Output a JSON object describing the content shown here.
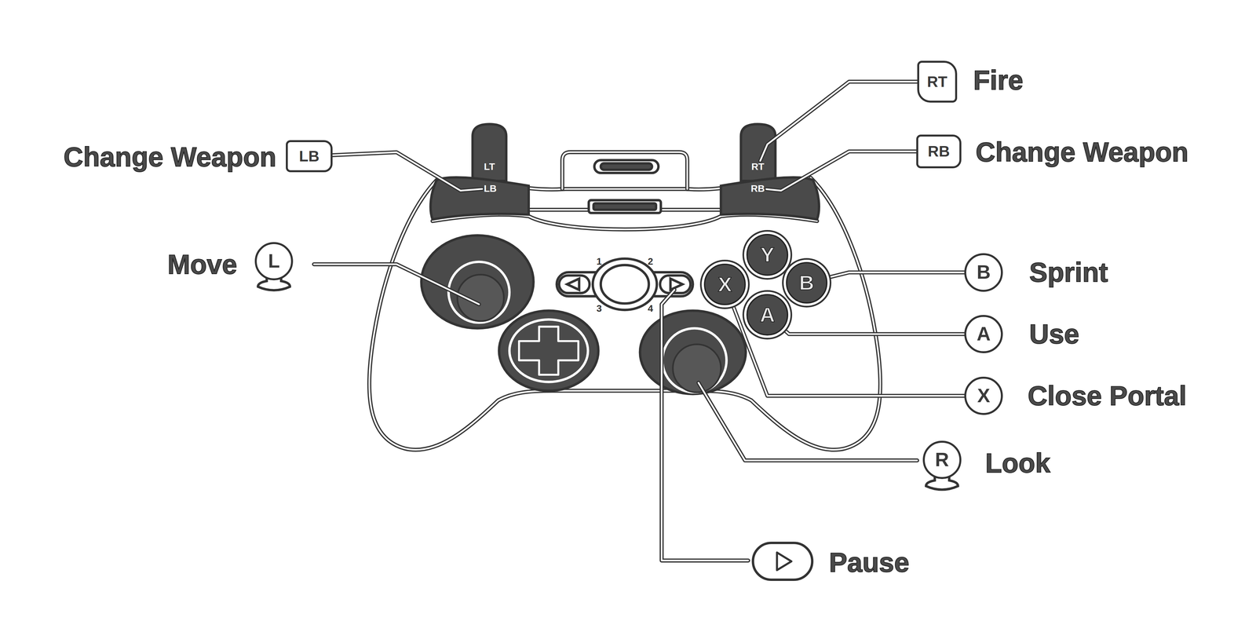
{
  "diagram": {
    "nodes": [
      {
        "text": [
          "LB"
        ]
      },
      {
        "text": [
          "L"
        ]
      },
      {
        "text": [
          "LT"
        ]
      },
      {
        "text": [
          "LB"
        ]
      },
      {
        "text": [
          "RT"
        ]
      },
      {
        "text": [
          "RB"
        ]
      },
      {
        "text": [
          "Y"
        ]
      },
      {
        "text": [
          "X"
        ]
      },
      {
        "text": [
          "B"
        ]
      },
      {
        "text": [
          "A"
        ]
      },
      {
        "text": [
          "RT"
        ]
      },
      {
        "text": [
          "RB"
        ]
      },
      {
        "text": [
          "B"
        ]
      },
      {
        "text": [
          "A"
        ]
      },
      {
        "text": [
          "X"
        ]
      },
      {
        "text": [
          "R"
        ]
      }
    ],
    "edges": [
      {
        "from": 3,
        "to": 0,
        "arrow": "none"
      },
      {
        "from": 4,
        "to": 10,
        "arrow": "none"
      },
      {
        "from": 5,
        "to": 11,
        "arrow": "none"
      },
      {
        "from": 8,
        "to": 12,
        "arrow": "none"
      },
      {
        "from": 9,
        "to": 13,
        "arrow": "none"
      },
      {
        "from": 7,
        "to": 14,
        "arrow": "none"
      }
    ],
    "labels": [
      "Change Weapon",
      "Move",
      "Fire",
      "Change Weapon",
      "Sprint",
      "Use",
      "Close Portal",
      "Look",
      "Pause",
      "1",
      "2",
      "3",
      "4"
    ]
  }
}
